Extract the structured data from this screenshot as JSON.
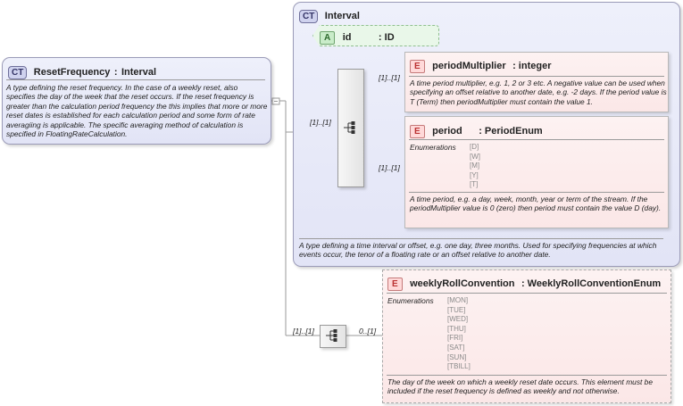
{
  "reset_frequency": {
    "badge": "CT",
    "name": "ResetFrequency",
    "type_sep": ":",
    "type": "Interval",
    "doc": "A type defining the reset frequency. In the case of a weekly reset, also specifies the day of the week that the reset occurs. If the reset frequency is greater than the calculation period frequency the this implies that more or more reset dates is established for each calculation period and some form of rate averagiing is applicable. The specific averaging method of calculation is specified in FloatingRateCalculation."
  },
  "interval": {
    "badge": "CT",
    "name": "Interval",
    "doc": "A type defining a time interval or offset, e.g. one day, three months. Used for specifying frequencies at which events occur, the tenor of a floating rate or an offset relative to another date."
  },
  "id_attr": {
    "badge": "A",
    "name": "id",
    "type": ": ID"
  },
  "period_multiplier": {
    "badge": "E",
    "name": "periodMultiplier",
    "type": ": integer",
    "cardinality": "[1]..[1]",
    "doc": "A time period multiplier, e.g. 1, 2 or 3 etc. A negative value can be used when specifying an offset relative to another date, e.g. -2 days. If the period value is T (Term) then periodMultiplier must contain the value 1."
  },
  "period": {
    "badge": "E",
    "name": "period",
    "type": ": PeriodEnum",
    "cardinality": "[1]..[1]",
    "enum_label": "Enumerations",
    "enums": [
      "[D]",
      "[W]",
      "[M]",
      "[Y]",
      "[T]"
    ],
    "doc": "A time period, e.g. a day, week, month, year or term of the stream. If the periodMultiplier value is 0 (zero) then period must contain the value D (day)."
  },
  "interval_seq_cardinality": "[1]..[1]",
  "outer_seq_cardinality": "[1]..[1]",
  "weekly_roll": {
    "badge": "E",
    "name": "weeklyRollConvention",
    "type": ": WeeklyRollConventionEnum",
    "cardinality": "0..[1]",
    "enum_label": "Enumerations",
    "enums": [
      "[MON]",
      "[TUE]",
      "[WED]",
      "[THU]",
      "[FRI]",
      "[SAT]",
      "[SUN]",
      "[TBILL]"
    ],
    "doc": "The day of the week on which a weekly reset date occurs. This element must be included if the reset frequency is defined as weekly and not otherwise."
  },
  "colors": {
    "complex_type_fill": "#e2e4f6",
    "element_fill": "#fbe7e7",
    "attribute_fill": "#e9f7e9",
    "connector": "#9a9a9a"
  }
}
